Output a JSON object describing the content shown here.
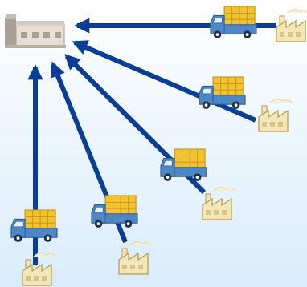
{
  "diagram": {
    "description_free": true,
    "colors": {
      "sky_top": "#ffffff",
      "sky_bottom": "#d9ecfb",
      "arrow": "#0a3e96",
      "truck_body": "#4f86c6",
      "truck_dark": "#2f5f9e",
      "truck_window": "#dff0ff",
      "cargo": "#f2c230",
      "cargo_dark": "#c8961a",
      "factory_fill": "#f3e6b9",
      "factory_stroke": "#b59a4a",
      "smoke": "#f5eed5",
      "warehouse_fill": "#e6dfd4",
      "warehouse_dark": "#a9a096"
    },
    "nodes": {
      "destination": {
        "kind": "warehouse",
        "icon": "warehouse-icon"
      },
      "sources": [
        {
          "kind": "factory",
          "icon": "factory-icon",
          "truck": true
        },
        {
          "kind": "factory",
          "icon": "factory-icon",
          "truck": true
        },
        {
          "kind": "factory",
          "icon": "factory-icon",
          "truck": true
        },
        {
          "kind": "factory",
          "icon": "factory-icon",
          "truck": true
        },
        {
          "kind": "factory",
          "icon": "factory-icon",
          "truck": true
        }
      ]
    }
  }
}
